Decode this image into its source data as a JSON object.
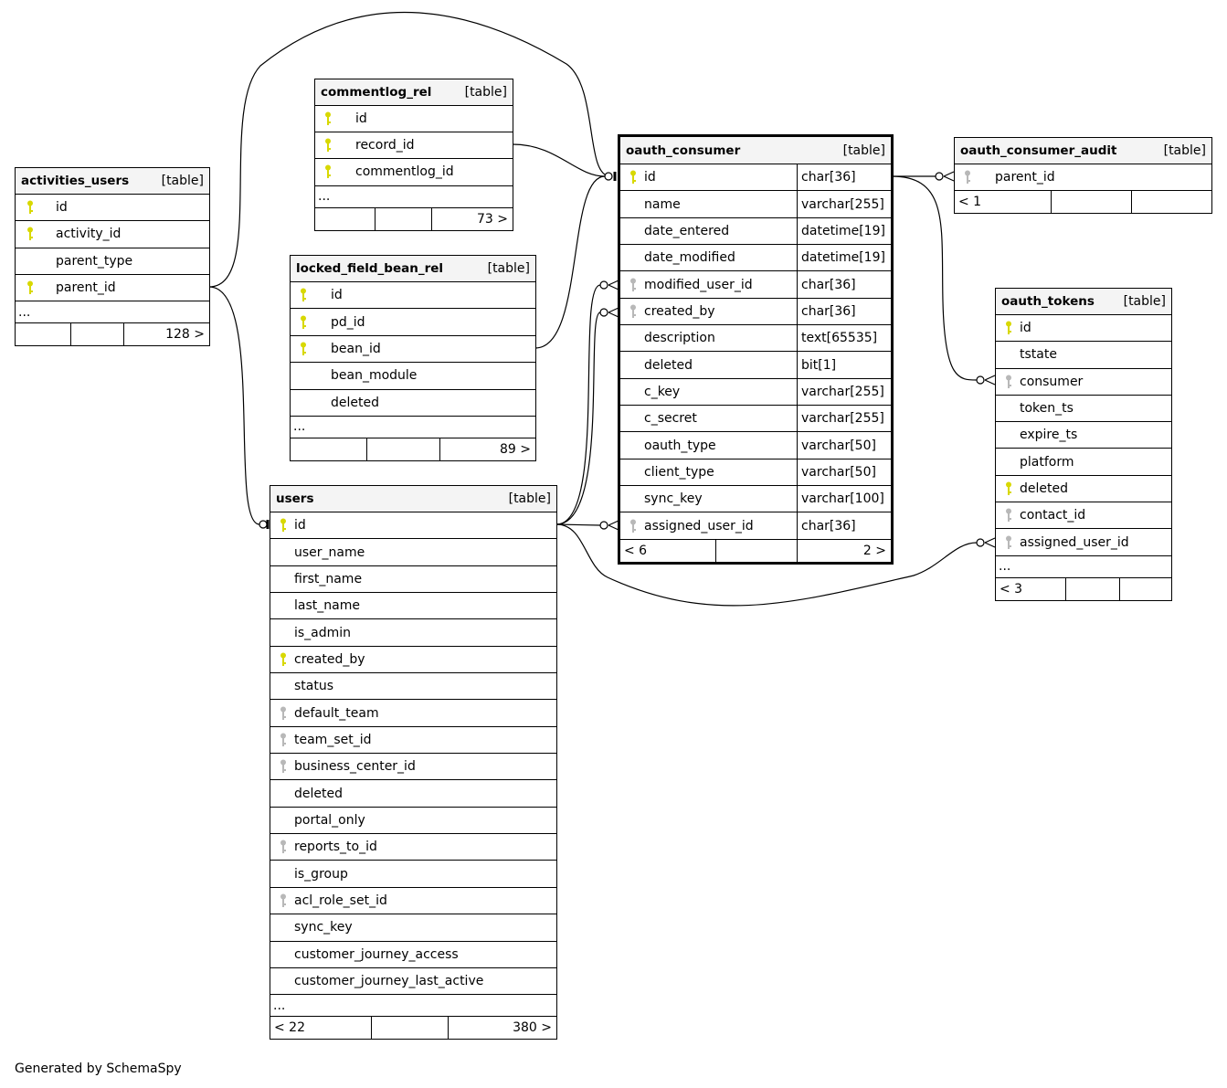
{
  "footer_text": "Generated by SchemaSpy",
  "type_label": "[table]",
  "ellipsis": "...",
  "colors": {
    "pk_key": "#d8d800",
    "fk_key": "#b8b8b8",
    "header_bg": "#f4f4f4"
  },
  "tables": [
    {
      "id": "activities_users",
      "name": "activities_users",
      "rows": [
        {
          "name": "id",
          "key": "pk"
        },
        {
          "name": "activity_id",
          "key": "pk"
        },
        {
          "name": "parent_type",
          "key": ""
        },
        {
          "name": "parent_id",
          "key": "pk"
        }
      ],
      "ellipsis": true,
      "footer": {
        "left": "",
        "right": "128 >"
      }
    },
    {
      "id": "commentlog_rel",
      "name": "commentlog_rel",
      "rows": [
        {
          "name": "id",
          "key": "pk"
        },
        {
          "name": "record_id",
          "key": "pk"
        },
        {
          "name": "commentlog_id",
          "key": "pk"
        }
      ],
      "ellipsis": true,
      "footer": {
        "left": "",
        "right": "73 >"
      }
    },
    {
      "id": "locked_field_bean_rel",
      "name": "locked_field_bean_rel",
      "rows": [
        {
          "name": "id",
          "key": "pk"
        },
        {
          "name": "pd_id",
          "key": "pk"
        },
        {
          "name": "bean_id",
          "key": "pk"
        },
        {
          "name": "bean_module",
          "key": ""
        },
        {
          "name": "deleted",
          "key": ""
        }
      ],
      "ellipsis": true,
      "footer": {
        "left": "",
        "right": "89 >"
      }
    },
    {
      "id": "users",
      "name": "users",
      "rows": [
        {
          "name": "id",
          "key": "pk"
        },
        {
          "name": "user_name",
          "key": ""
        },
        {
          "name": "first_name",
          "key": ""
        },
        {
          "name": "last_name",
          "key": ""
        },
        {
          "name": "is_admin",
          "key": ""
        },
        {
          "name": "created_by",
          "key": "pk"
        },
        {
          "name": "status",
          "key": ""
        },
        {
          "name": "default_team",
          "key": "fk"
        },
        {
          "name": "team_set_id",
          "key": "fk"
        },
        {
          "name": "business_center_id",
          "key": "fk"
        },
        {
          "name": "deleted",
          "key": ""
        },
        {
          "name": "portal_only",
          "key": ""
        },
        {
          "name": "reports_to_id",
          "key": "fk"
        },
        {
          "name": "is_group",
          "key": ""
        },
        {
          "name": "acl_role_set_id",
          "key": "fk"
        },
        {
          "name": "sync_key",
          "key": ""
        },
        {
          "name": "customer_journey_access",
          "key": ""
        },
        {
          "name": "customer_journey_last_active",
          "key": ""
        }
      ],
      "ellipsis": true,
      "footer": {
        "left": "< 22",
        "right": "380 >"
      }
    },
    {
      "id": "oauth_consumer",
      "name": "oauth_consumer",
      "rows": [
        {
          "name": "id",
          "key": "pk",
          "type": "char[36]"
        },
        {
          "name": "name",
          "key": "",
          "type": "varchar[255]"
        },
        {
          "name": "date_entered",
          "key": "",
          "type": "datetime[19]"
        },
        {
          "name": "date_modified",
          "key": "",
          "type": "datetime[19]"
        },
        {
          "name": "modified_user_id",
          "key": "fk",
          "type": "char[36]"
        },
        {
          "name": "created_by",
          "key": "fk",
          "type": "char[36]"
        },
        {
          "name": "description",
          "key": "",
          "type": "text[65535]"
        },
        {
          "name": "deleted",
          "key": "",
          "type": "bit[1]"
        },
        {
          "name": "c_key",
          "key": "",
          "type": "varchar[255]"
        },
        {
          "name": "c_secret",
          "key": "",
          "type": "varchar[255]"
        },
        {
          "name": "oauth_type",
          "key": "",
          "type": "varchar[50]"
        },
        {
          "name": "client_type",
          "key": "",
          "type": "varchar[50]"
        },
        {
          "name": "sync_key",
          "key": "",
          "type": "varchar[100]"
        },
        {
          "name": "assigned_user_id",
          "key": "fk",
          "type": "char[36]"
        }
      ],
      "ellipsis": false,
      "footer": {
        "left": "< 6",
        "right": "2 >"
      }
    },
    {
      "id": "oauth_consumer_audit",
      "name": "oauth_consumer_audit",
      "rows": [
        {
          "name": "parent_id",
          "key": "fk"
        }
      ],
      "ellipsis": false,
      "footer": {
        "left": "< 1",
        "right": ""
      }
    },
    {
      "id": "oauth_tokens",
      "name": "oauth_tokens",
      "rows": [
        {
          "name": "id",
          "key": "pk"
        },
        {
          "name": "tstate",
          "key": ""
        },
        {
          "name": "consumer",
          "key": "fk"
        },
        {
          "name": "token_ts",
          "key": ""
        },
        {
          "name": "expire_ts",
          "key": ""
        },
        {
          "name": "platform",
          "key": ""
        },
        {
          "name": "deleted",
          "key": "pk"
        },
        {
          "name": "contact_id",
          "key": "fk"
        },
        {
          "name": "assigned_user_id",
          "key": "fk"
        }
      ],
      "ellipsis": true,
      "footer": {
        "left": "< 3",
        "right": ""
      }
    }
  ]
}
